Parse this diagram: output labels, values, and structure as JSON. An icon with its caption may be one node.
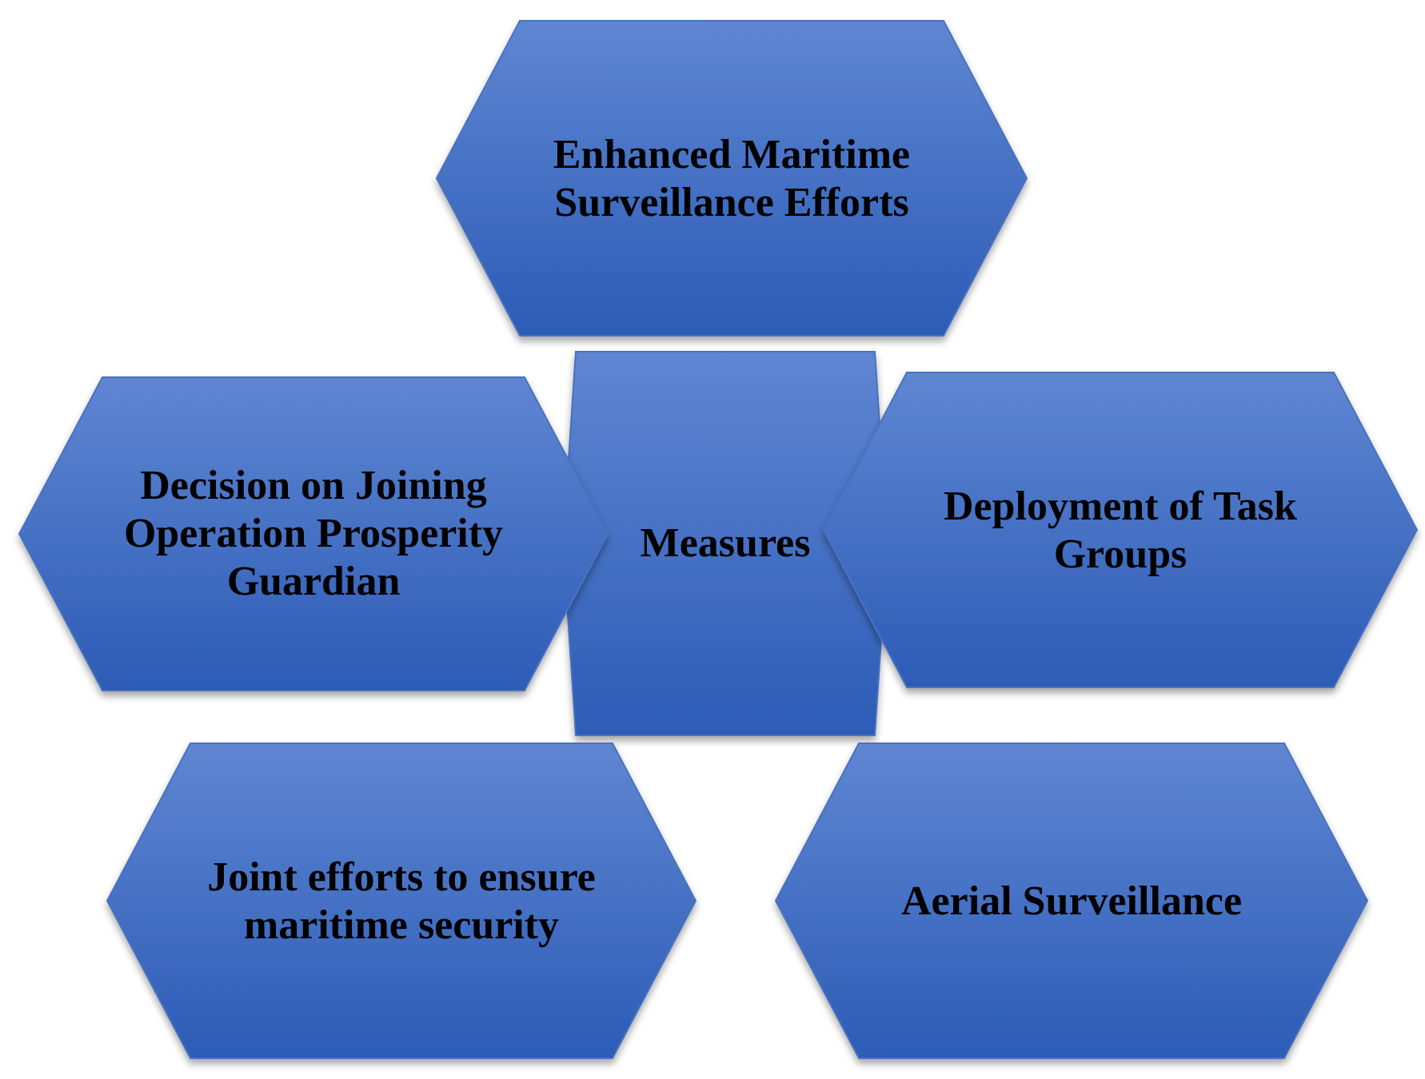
{
  "diagram": {
    "nodes": [
      {
        "text": [
          "Enhanced Maritime Surveillance Efforts"
        ]
      },
      {
        "text": [
          "Decision on Joining Operation Prosperity Guardian"
        ]
      },
      {
        "text": [
          "Measures"
        ]
      },
      {
        "text": [
          "Deployment of Task Groups"
        ]
      },
      {
        "text": [
          "Joint efforts to ensure maritime security"
        ]
      },
      {
        "text": [
          "Aerial Surveillance"
        ]
      }
    ]
  }
}
